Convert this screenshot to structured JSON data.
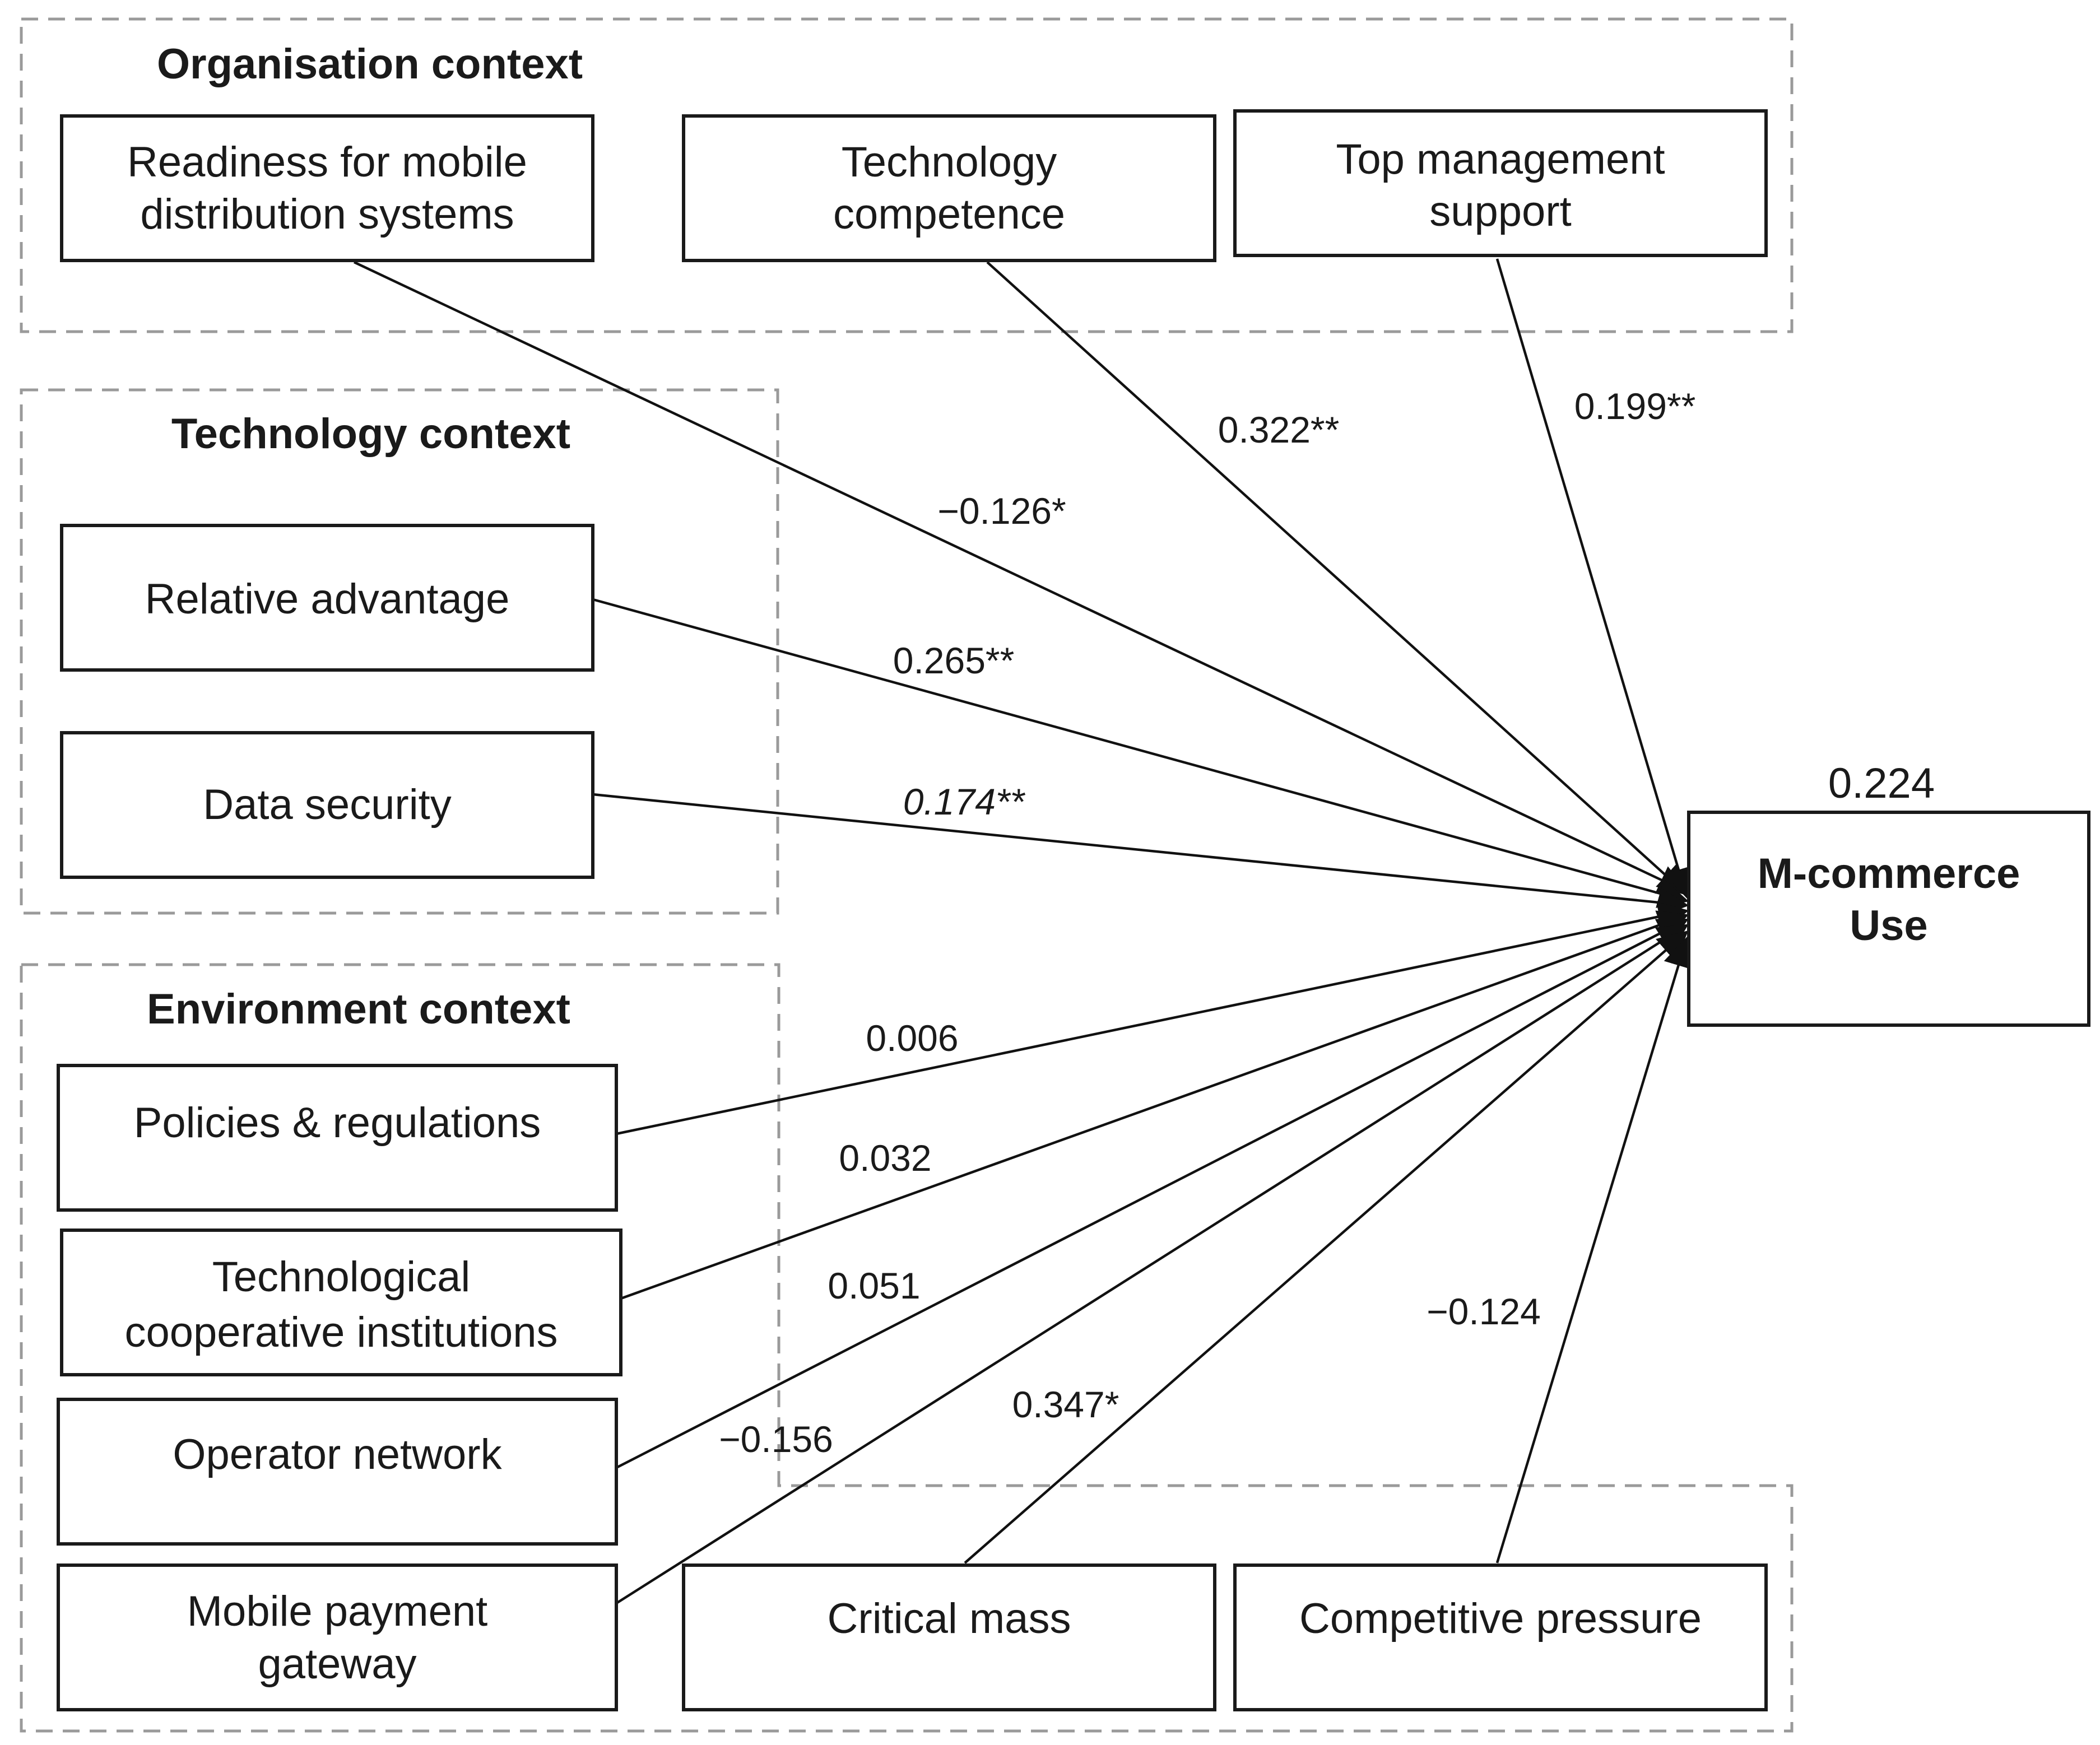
{
  "groups": {
    "organisation": {
      "title": "Organisation context"
    },
    "technology": {
      "title": "Technology context"
    },
    "environment": {
      "title": "Environment context"
    }
  },
  "nodes": {
    "readiness": {
      "line1": "Readiness for mobile",
      "line2": "distribution systems"
    },
    "tech_competence": {
      "line1": "Technology",
      "line2": "competence"
    },
    "top_management": {
      "line1": "Top management",
      "line2": "support"
    },
    "relative_advantage": {
      "label": "Relative advantage"
    },
    "data_security": {
      "label": "Data security"
    },
    "policies": {
      "label": "Policies & regulations"
    },
    "tech_coop": {
      "line1": "Technological",
      "line2": "cooperative institutions"
    },
    "operator": {
      "label": "Operator network"
    },
    "mobile_payment": {
      "line1": "Mobile payment",
      "line2": "gateway"
    },
    "critical_mass": {
      "label": "Critical mass"
    },
    "competitive": {
      "label": "Competitive pressure"
    },
    "target": {
      "line1": "M-commerce",
      "line2": "Use",
      "r2": "0.224"
    }
  },
  "edges": {
    "readiness": "−0.126*",
    "tech_competence": "0.322**",
    "top_management": "0.199**",
    "relative_advantage": "0.265**",
    "data_security": "0.174**",
    "policies": "0.006",
    "tech_coop": "0.032",
    "operator": "0.051",
    "mobile_payment": "−0.156",
    "critical_mass": "0.347*",
    "competitive": "−0.124"
  }
}
